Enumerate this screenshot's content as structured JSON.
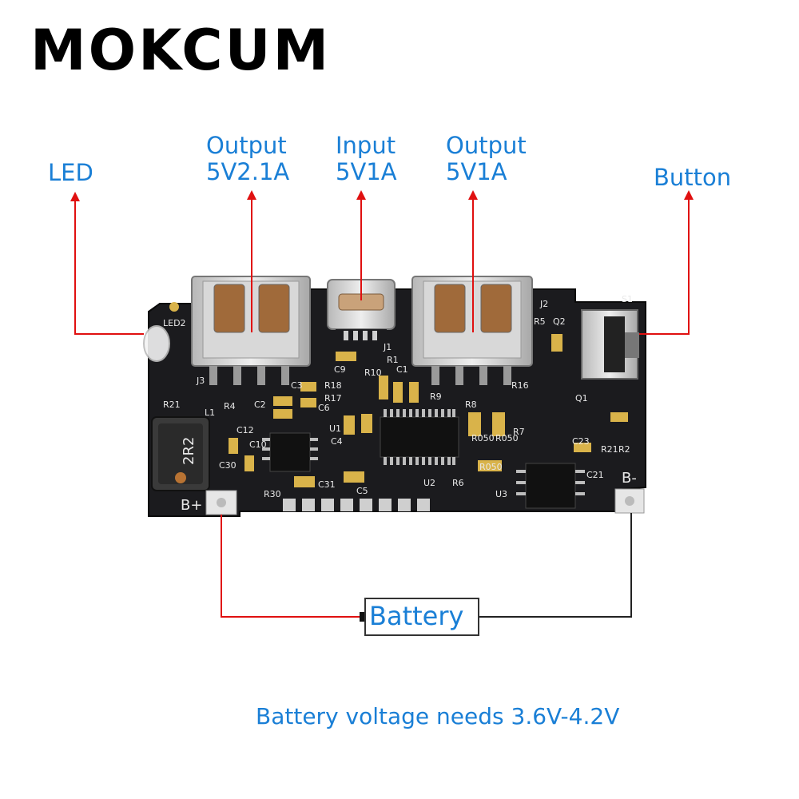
{
  "brand": "MOKCUM",
  "labels": {
    "led": "LED",
    "output_left": [
      "Output",
      "5V2.1A"
    ],
    "input": [
      "Input",
      "5V1A"
    ],
    "output_right": [
      "Output",
      "5V1A"
    ],
    "button": "Button",
    "battery": "Battery"
  },
  "pads": {
    "b_plus": "B+",
    "b_minus": "B-"
  },
  "note": "Battery voltage needs 3.6V-4.2V",
  "colors": {
    "label": "#1a7fd6",
    "positive_wire": "#e01010",
    "negative_wire": "#222222",
    "board": "#1b1b1e"
  },
  "silkscreen": {
    "inductor": "2R2",
    "refs": [
      "LED2",
      "J3",
      "J1",
      "J2",
      "R5",
      "Q2",
      "S1",
      "C9",
      "R10",
      "R1",
      "C1",
      "R18",
      "R17",
      "R9",
      "R4",
      "C2",
      "C3",
      "C6",
      "R21",
      "L1",
      "C12",
      "C10",
      "C30",
      "R30",
      "C4",
      "U1",
      "C31",
      "C5",
      "U2",
      "R6",
      "R8",
      "R050",
      "R050",
      "R050",
      "R7",
      "R16",
      "Q1",
      "C23",
      "R21",
      "R2",
      "U3",
      "C21"
    ]
  }
}
